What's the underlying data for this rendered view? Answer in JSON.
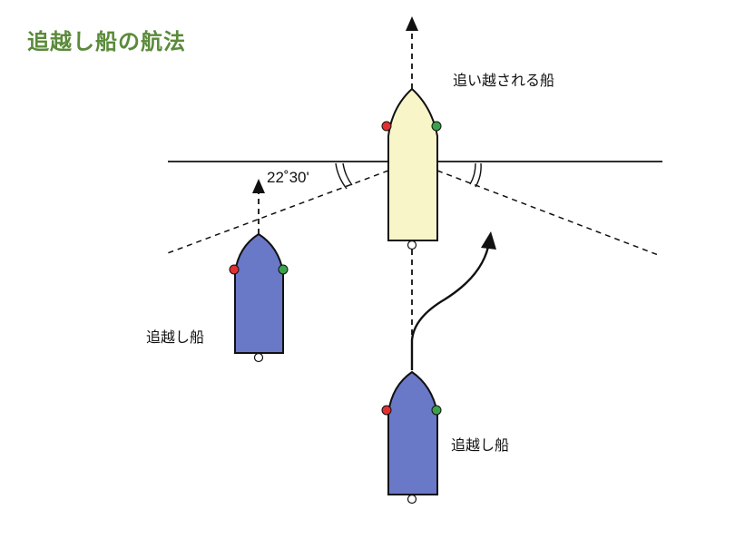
{
  "title": "追越し船の航法",
  "labels": {
    "overtaken_ship": "追い越される船",
    "overtaking_ship_left": "追越し船",
    "overtaking_ship_bottom": "追越し船",
    "angle": "22˚30'"
  },
  "colors": {
    "title": "#5a8a3a",
    "overtaken_hull": "#f8f5c8",
    "overtaking_hull": "#6a78c8",
    "port_light": "#e23030",
    "starboard_light": "#3aa24a",
    "line": "#111111"
  }
}
